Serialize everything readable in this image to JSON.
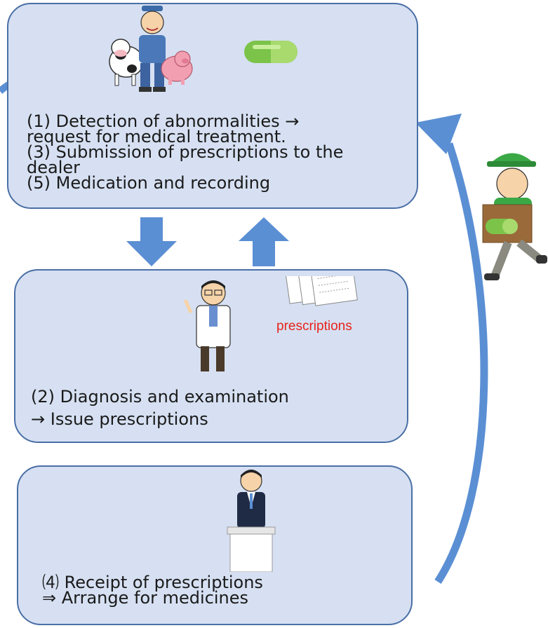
{
  "steps": {
    "farmer": {
      "line1": "(1) Detection of abnormalities →",
      "line2": "request for medical treatment.",
      "line3": "(3) Submission of prescriptions to the",
      "line4": "dealer",
      "line5": "(5) Medication and recording"
    },
    "vet": {
      "line1": "(2) Diagnosis and examination",
      "line2": "→ Issue prescriptions"
    },
    "dealer": {
      "line1": "⑷ Receipt of prescriptions",
      "line2": "⇒ Arrange for medicines"
    }
  },
  "prescriptions_label": "prescriptions",
  "colors": {
    "box_fill": "#d6e0f2",
    "box_border": "#4a6fa5",
    "arrow": "#5b8fd4",
    "label_red": "#e8231c"
  },
  "icons": [
    "cow-icon",
    "farmer-icon",
    "pig-icon",
    "medicine-capsule-icon",
    "doctor-icon",
    "prescription-papers-icon",
    "dealer-clerk-icon",
    "podium-icon",
    "delivery-person-icon"
  ]
}
